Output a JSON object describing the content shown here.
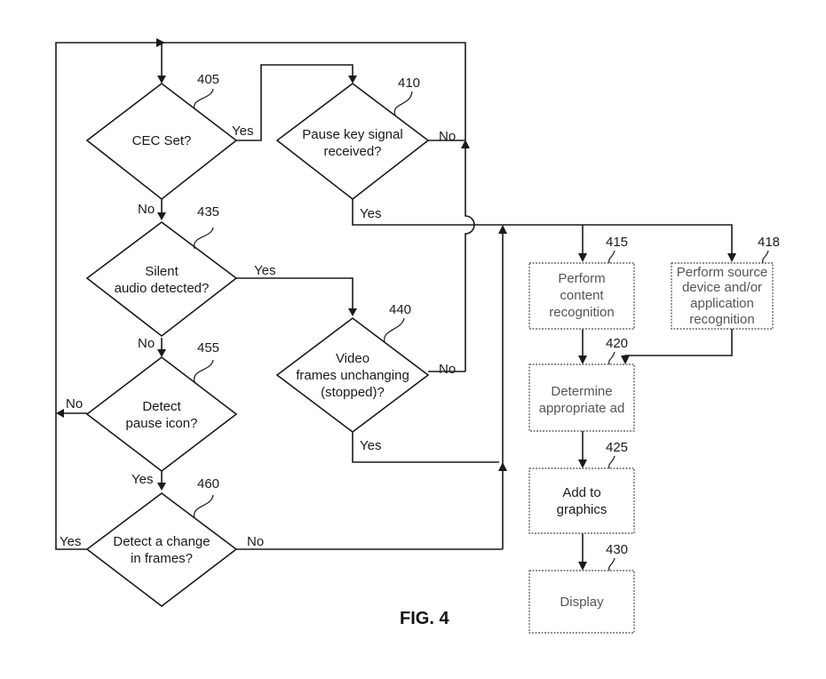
{
  "figure": {
    "label": "FIG. 4",
    "decisions": [
      {
        "ref": "405",
        "lines": [
          "CEC Set?"
        ],
        "yes_label": "Yes",
        "no_label": "No"
      },
      {
        "ref": "410",
        "lines": [
          "Pause key signal",
          "received?"
        ],
        "yes_label": "Yes",
        "no_label": "No"
      },
      {
        "ref": "435",
        "lines": [
          "Silent",
          "audio detected?"
        ],
        "yes_label": "Yes",
        "no_label": "No"
      },
      {
        "ref": "440",
        "lines": [
          "Video",
          "frames unchanging",
          "(stopped)?"
        ],
        "yes_label": "Yes",
        "no_label": "No"
      },
      {
        "ref": "455",
        "lines": [
          "Detect",
          "pause icon?"
        ],
        "yes_label": "Yes",
        "no_label": "No"
      },
      {
        "ref": "460",
        "lines": [
          "Detect a change",
          "in frames?"
        ],
        "yes_label": "Yes",
        "no_label": "No"
      }
    ],
    "processes": [
      {
        "ref": "415",
        "lines": [
          "Perform",
          "content",
          "recognition"
        ]
      },
      {
        "ref": "418",
        "lines": [
          "Perform source",
          "device and/or",
          "application",
          "recognition"
        ]
      },
      {
        "ref": "420",
        "lines": [
          "Determine",
          "appropriate ad"
        ]
      },
      {
        "ref": "425",
        "lines": [
          "Add to",
          "graphics"
        ]
      },
      {
        "ref": "430",
        "lines": [
          "Display"
        ]
      }
    ]
  }
}
